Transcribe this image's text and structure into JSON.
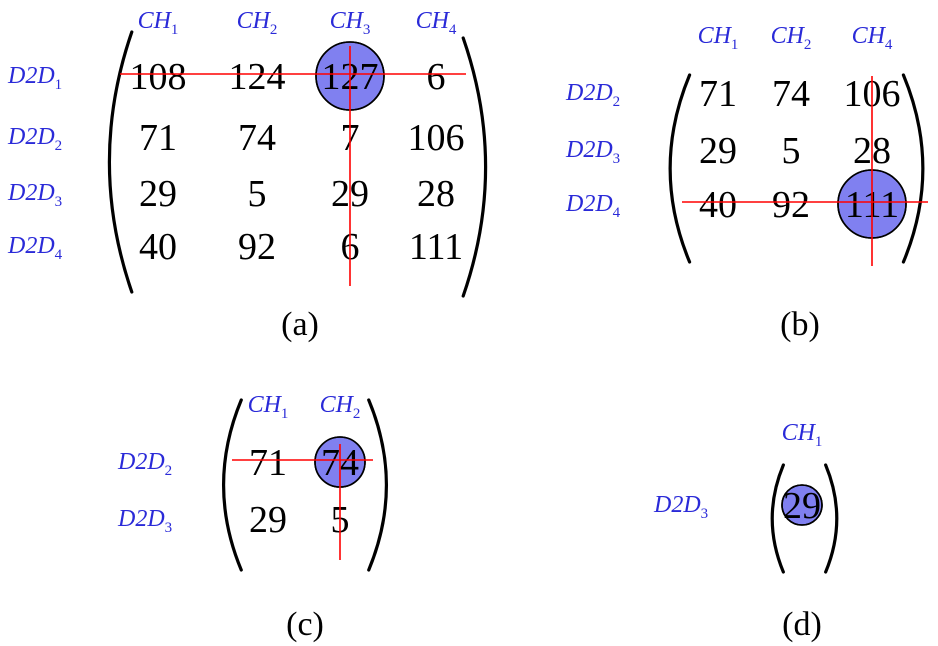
{
  "colors": {
    "label": "#2a2ad8",
    "highlight": "#8080f0",
    "cross": "#ff0000"
  },
  "matrices": [
    {
      "caption": "(a)",
      "cols": [
        {
          "base": "CH",
          "sub": "1"
        },
        {
          "base": "CH",
          "sub": "2"
        },
        {
          "base": "CH",
          "sub": "3"
        },
        {
          "base": "CH",
          "sub": "4"
        }
      ],
      "rows": [
        {
          "label": {
            "base": "D2D",
            "sub": "1"
          },
          "values": [
            "108",
            "124",
            "127",
            "6"
          ]
        },
        {
          "label": {
            "base": "D2D",
            "sub": "2"
          },
          "values": [
            "71",
            "74",
            "7",
            "106"
          ]
        },
        {
          "label": {
            "base": "D2D",
            "sub": "3"
          },
          "values": [
            "29",
            "5",
            "29",
            "28"
          ]
        },
        {
          "label": {
            "base": "D2D",
            "sub": "4"
          },
          "values": [
            "40",
            "92",
            "6",
            "111"
          ]
        }
      ],
      "selected": {
        "row": 0,
        "col": 2
      }
    },
    {
      "caption": "(b)",
      "cols": [
        {
          "base": "CH",
          "sub": "1"
        },
        {
          "base": "CH",
          "sub": "2"
        },
        {
          "base": "CH",
          "sub": "4"
        }
      ],
      "rows": [
        {
          "label": {
            "base": "D2D",
            "sub": "2"
          },
          "values": [
            "71",
            "74",
            "106"
          ]
        },
        {
          "label": {
            "base": "D2D",
            "sub": "3"
          },
          "values": [
            "29",
            "5",
            "28"
          ]
        },
        {
          "label": {
            "base": "D2D",
            "sub": "4"
          },
          "values": [
            "40",
            "92",
            "111"
          ]
        }
      ],
      "selected": {
        "row": 2,
        "col": 2
      }
    },
    {
      "caption": "(c)",
      "cols": [
        {
          "base": "CH",
          "sub": "1"
        },
        {
          "base": "CH",
          "sub": "2"
        }
      ],
      "rows": [
        {
          "label": {
            "base": "D2D",
            "sub": "2"
          },
          "values": [
            "71",
            "74"
          ]
        },
        {
          "label": {
            "base": "D2D",
            "sub": "3"
          },
          "values": [
            "29",
            "5"
          ]
        }
      ],
      "selected": {
        "row": 0,
        "col": 1
      }
    },
    {
      "caption": "(d)",
      "cols": [
        {
          "base": "CH",
          "sub": "1"
        }
      ],
      "rows": [
        {
          "label": {
            "base": "D2D",
            "sub": "3"
          },
          "values": [
            "29"
          ]
        }
      ],
      "selected": {
        "row": 0,
        "col": 0
      }
    }
  ]
}
